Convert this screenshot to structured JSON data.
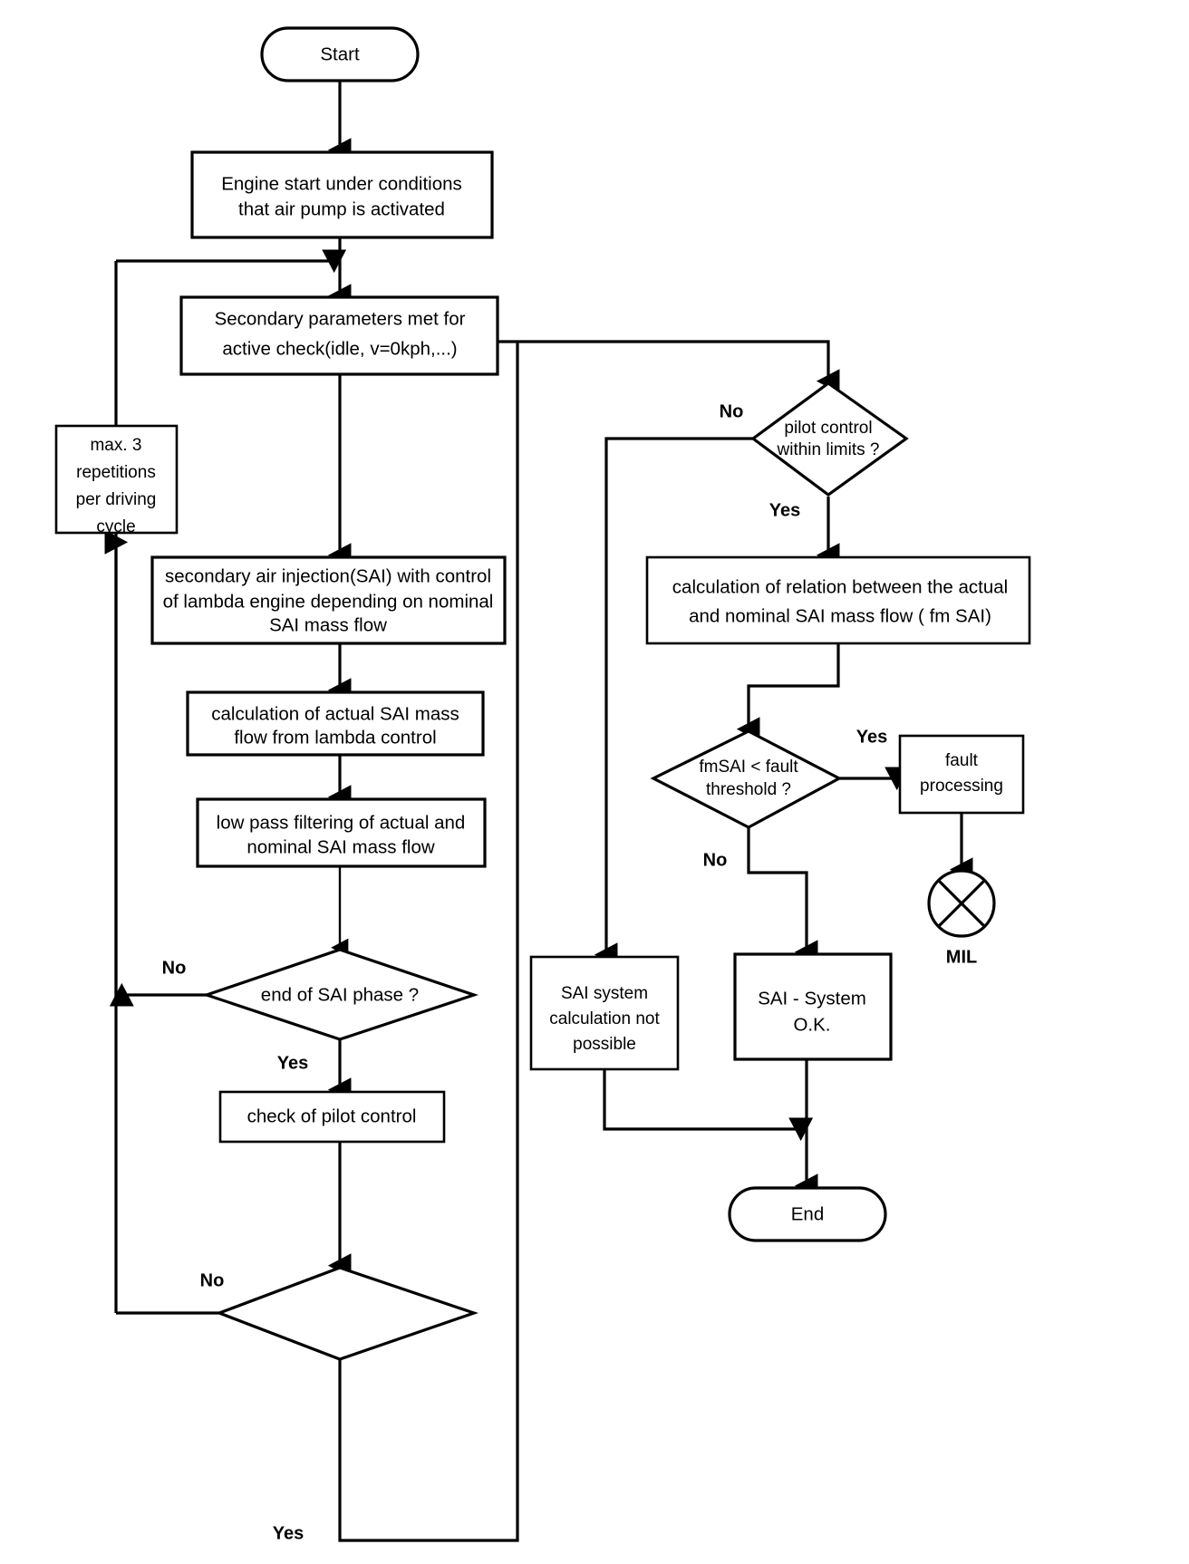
{
  "diagram": {
    "type": "flowchart",
    "title": "Secondary Air Injection (SAI) system monitoring flowchart",
    "nodes": {
      "start": {
        "shape": "terminator",
        "label": "Start"
      },
      "engine_start": {
        "shape": "process",
        "line1": "Engine start under conditions",
        "line2": "that air pump is activated"
      },
      "secondary_params": {
        "shape": "process",
        "line1": "Secondary parameters met for",
        "line2": "active check(idle, v=0kph,...)"
      },
      "max_repetitions": {
        "shape": "process",
        "line1": "max. 3",
        "line2": "repetitions",
        "line3": "per driving",
        "line4": "cycle"
      },
      "sai_injection": {
        "shape": "process",
        "line1": "secondary air injection(SAI) with control",
        "line2": "of lambda engine depending on nominal",
        "line3": "SAI mass flow"
      },
      "calc_actual": {
        "shape": "process",
        "line1": "calculation of actual SAI mass",
        "line2": "flow from lambda control"
      },
      "low_pass": {
        "shape": "process",
        "line1": "low pass filtering of actual and",
        "line2": "nominal SAI mass flow"
      },
      "end_of_sai": {
        "shape": "decision",
        "label": "end of SAI phase ?"
      },
      "check_pilot": {
        "shape": "process",
        "label": "check of pilot control"
      },
      "unlabeled_decision": {
        "shape": "decision",
        "label": ""
      },
      "pilot_within_limits": {
        "shape": "decision",
        "line1": "pilot control",
        "line2": "within limits ?"
      },
      "calc_relation": {
        "shape": "process",
        "line1": "calculation of relation between  the actual",
        "line2": "and nominal SAI mass flow ( fm SAI)"
      },
      "fmsai_threshold": {
        "shape": "decision",
        "line1": "fmSAI < fault",
        "line2": "threshold ?"
      },
      "fault_processing": {
        "shape": "process",
        "line1": "fault",
        "line2": "processing"
      },
      "mil": {
        "shape": "circle-cross",
        "label": "MIL"
      },
      "sai_not_possible": {
        "shape": "process",
        "line1": "SAI system",
        "line2": "calculation not",
        "line3": "possible"
      },
      "sai_ok": {
        "shape": "process",
        "line1": "SAI - System",
        "line2": "O.K."
      },
      "end": {
        "shape": "terminator",
        "label": "End"
      }
    },
    "edge_labels": {
      "end_of_sai_no": "No",
      "end_of_sai_yes": "Yes",
      "unlabeled_no": "No",
      "unlabeled_yes": "Yes",
      "pilot_no": "No",
      "pilot_yes": "Yes",
      "fmsai_yes": "Yes",
      "fmsai_no": "No"
    },
    "colors": {
      "stroke": "#000000",
      "fill": "#ffffff",
      "text": "#000000"
    }
  }
}
